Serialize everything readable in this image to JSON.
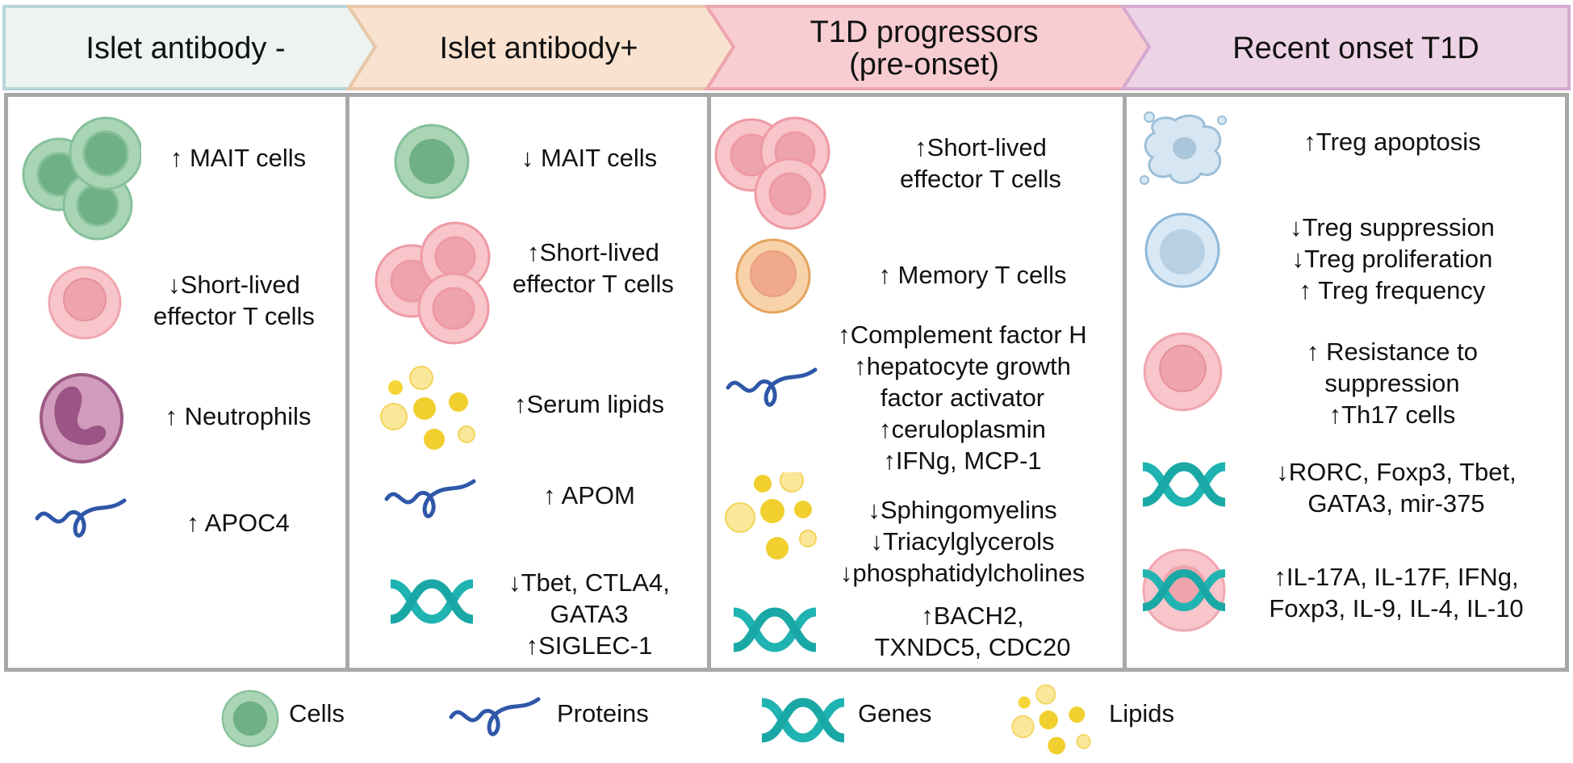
{
  "stages": [
    {
      "label": "Islet antibody -",
      "fill": "#ecf3f1",
      "stroke": "#b8d4da"
    },
    {
      "label": "Islet antibody+",
      "fill": "#f9e2cf",
      "stroke": "#e8c7a8"
    },
    {
      "label": "T1D progressors\n(pre-onset)",
      "fill": "#f7cdd2",
      "stroke": "#eda5ae"
    },
    {
      "label": "Recent onset T1D",
      "fill": "#ecd4e6",
      "stroke": "#d7a9cf"
    }
  ],
  "panels": [
    {
      "items": [
        {
          "icon": "green-cell-cluster-icon",
          "text": "↑ MAIT cells"
        },
        {
          "icon": "pink-cell-icon",
          "text": "↓Short-lived\neffector T cells"
        },
        {
          "icon": "neutrophil-icon",
          "text": "↑ Neutrophils"
        },
        {
          "icon": "protein-icon",
          "text": "↑ APOC4"
        }
      ]
    },
    {
      "items": [
        {
          "icon": "green-cell-icon",
          "text": "↓ MAIT cells"
        },
        {
          "icon": "pink-cell-cluster-icon",
          "text": "↑Short-lived\neffector T cells"
        },
        {
          "icon": "lipids-icon",
          "text": "↑Serum lipids"
        },
        {
          "icon": "protein-icon",
          "text": "↑ APOM"
        },
        {
          "icon": "gene-icon",
          "text": "↓Tbet, CTLA4,\nGATA3\n↑SIGLEC-1"
        }
      ]
    },
    {
      "items": [
        {
          "icon": "pink-cell-cluster-icon",
          "text": "↑Short-lived\neffector T cells"
        },
        {
          "icon": "orange-cell-icon",
          "text": "↑ Memory T cells"
        },
        {
          "icon": "protein-icon",
          "text": "↑Complement factor H\n↑hepatocyte growth\nfactor activator\n↑ceruloplasmin\n↑IFNg, MCP-1"
        },
        {
          "icon": "lipids-icon",
          "text": "↓Sphingomyelins\n↓Triacylglycerols\n↓phosphatidylcholines"
        },
        {
          "icon": "gene-icon",
          "text": "↑BACH2,\nTXNDC5, CDC20"
        }
      ]
    },
    {
      "items": [
        {
          "icon": "apoptotic-cell-icon",
          "text": "↑Treg apoptosis"
        },
        {
          "icon": "blue-cell-icon",
          "text": "↓Treg suppression\n↓Treg proliferation\n↑ Treg frequency"
        },
        {
          "icon": "pink-cell-icon",
          "text": "↑ Resistance to\nsuppression\n↑Th17 cells"
        },
        {
          "icon": "gene-icon",
          "text": "↓RORC, Foxp3, Tbet,\nGATA3, mir-375"
        },
        {
          "icon": "cell-with-gene-icon",
          "text": "↑IL-17A, IL-17F, IFNg,\nFoxp3, IL-9, IL-4, IL-10"
        }
      ]
    }
  ],
  "legend": [
    {
      "icon": "green-cell-icon",
      "label": "Cells"
    },
    {
      "icon": "protein-icon",
      "label": "Proteins"
    },
    {
      "icon": "gene-icon",
      "label": "Genes"
    },
    {
      "icon": "lipids-icon",
      "label": "Lipids"
    }
  ],
  "colors": {
    "panel_border": "#a8a8a8",
    "green_cell": "#7bb98f",
    "pink_cell": "#f1a7af",
    "protein": "#2f57a8",
    "gene": "#1fb3b1",
    "lipid": "#f1cf2e"
  }
}
